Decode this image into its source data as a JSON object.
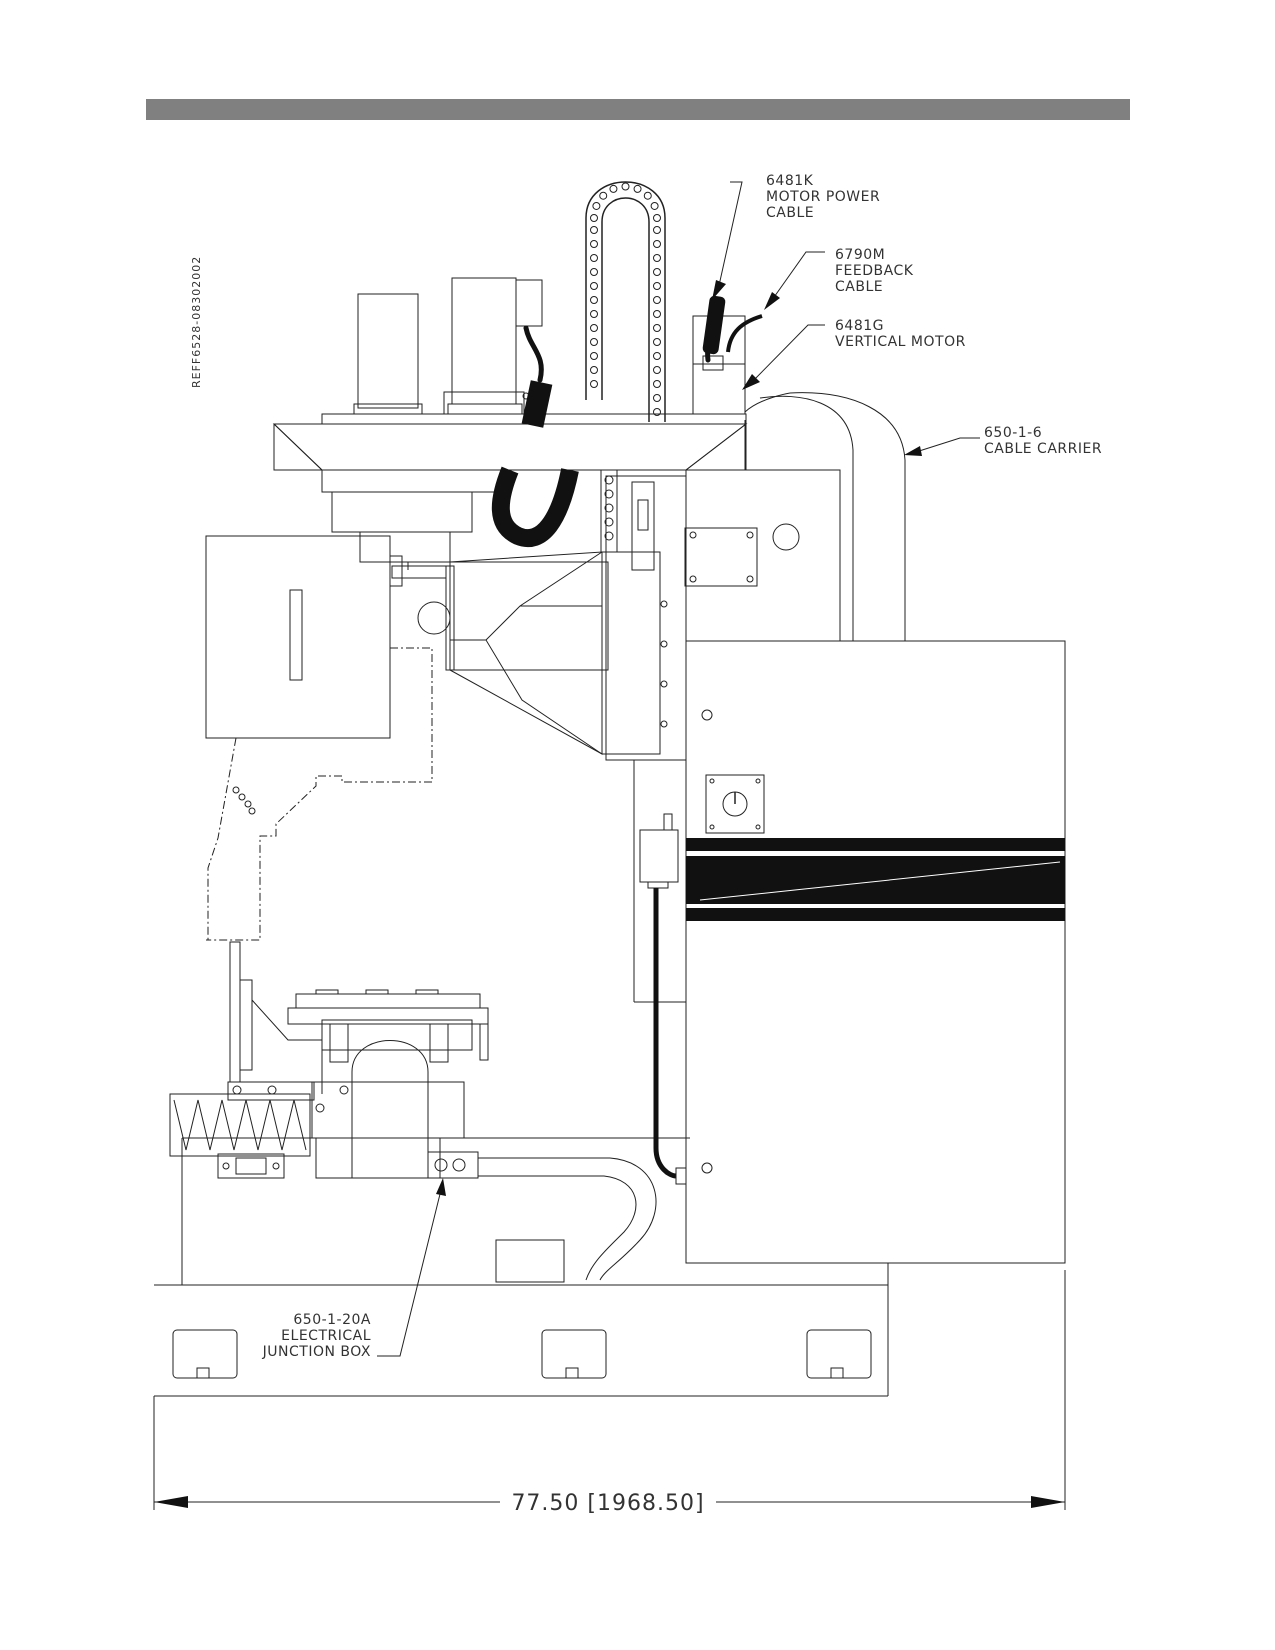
{
  "header_bar_color": "#808080",
  "reference_code": "REFF6528-08302002",
  "callouts": {
    "motor_power_cable": {
      "part": "6481K",
      "line1": "MOTOR POWER",
      "line2": "CABLE"
    },
    "feedback_cable": {
      "part": "6790M",
      "line1": "FEEDBACK",
      "line2": "CABLE"
    },
    "vertical_motor": {
      "part": "6481G",
      "line1": "VERTICAL MOTOR"
    },
    "cable_carrier": {
      "part": "650-1-6",
      "line1": "CABLE CARRIER"
    },
    "junction_box": {
      "part": "650-1-20A",
      "line1": "ELECTRICAL",
      "line2": "JUNCTION BOX"
    }
  },
  "dimension": {
    "label": "77.50 [1968.50]"
  }
}
